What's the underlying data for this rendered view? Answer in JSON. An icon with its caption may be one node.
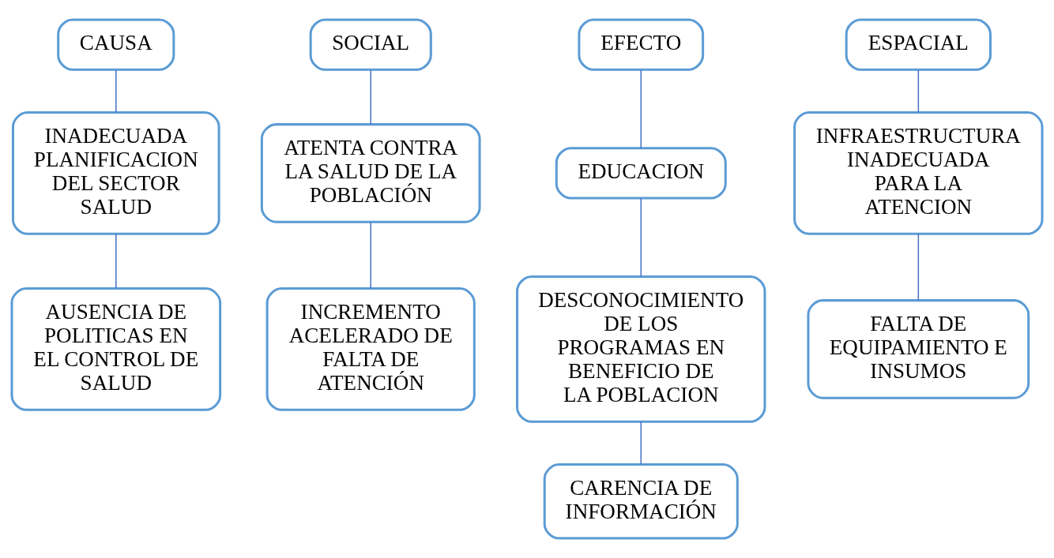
{
  "diagram": {
    "nodes": [
      {
        "text": [
          "CAUSA"
        ]
      },
      {
        "text": [
          "INADECUADA PLANIFICACION DEL SECTOR SALUD"
        ]
      },
      {
        "text": [
          "AUSENCIA DE POLITICAS EN EL CONTROL DE SALUD"
        ]
      },
      {
        "text": [
          "SOCIAL"
        ]
      },
      {
        "text": [
          "ATENTA CONTRA LA SALUD DE LA POBLACIÓN"
        ]
      },
      {
        "text": [
          "INCREMENTO ACELERADO DE FALTA DE ATENCIÓN"
        ]
      },
      {
        "text": [
          "EFECTO"
        ]
      },
      {
        "text": [
          "EDUCACION"
        ]
      },
      {
        "text": [
          "DESCONOCIMIENTO DE LOS PROGRAMAS EN BENEFICIO DE LA POBLACION"
        ]
      },
      {
        "text": [
          "CARENCIA DE INFORMACIÓN"
        ]
      },
      {
        "text": [
          "ESPACIAL"
        ]
      },
      {
        "text": [
          "INFRAESTRUCTURA INADECUADA PARA LA ATENCION"
        ]
      },
      {
        "text": [
          "FALTA DE EQUIPAMIENTO E INSUMOS"
        ]
      }
    ],
    "edges": [
      {
        "from": 0,
        "to": 1,
        "arrow": "none"
      },
      {
        "from": 1,
        "to": 2,
        "arrow": "none"
      },
      {
        "from": 3,
        "to": 4,
        "arrow": "none"
      },
      {
        "from": 4,
        "to": 5,
        "arrow": "none"
      },
      {
        "from": 6,
        "to": 7,
        "arrow": "none"
      },
      {
        "from": 7,
        "to": 8,
        "arrow": "none"
      },
      {
        "from": 8,
        "to": 9,
        "arrow": "none"
      },
      {
        "from": 10,
        "to": 11,
        "arrow": "none"
      },
      {
        "from": 11,
        "to": 12,
        "arrow": "none"
      }
    ]
  }
}
